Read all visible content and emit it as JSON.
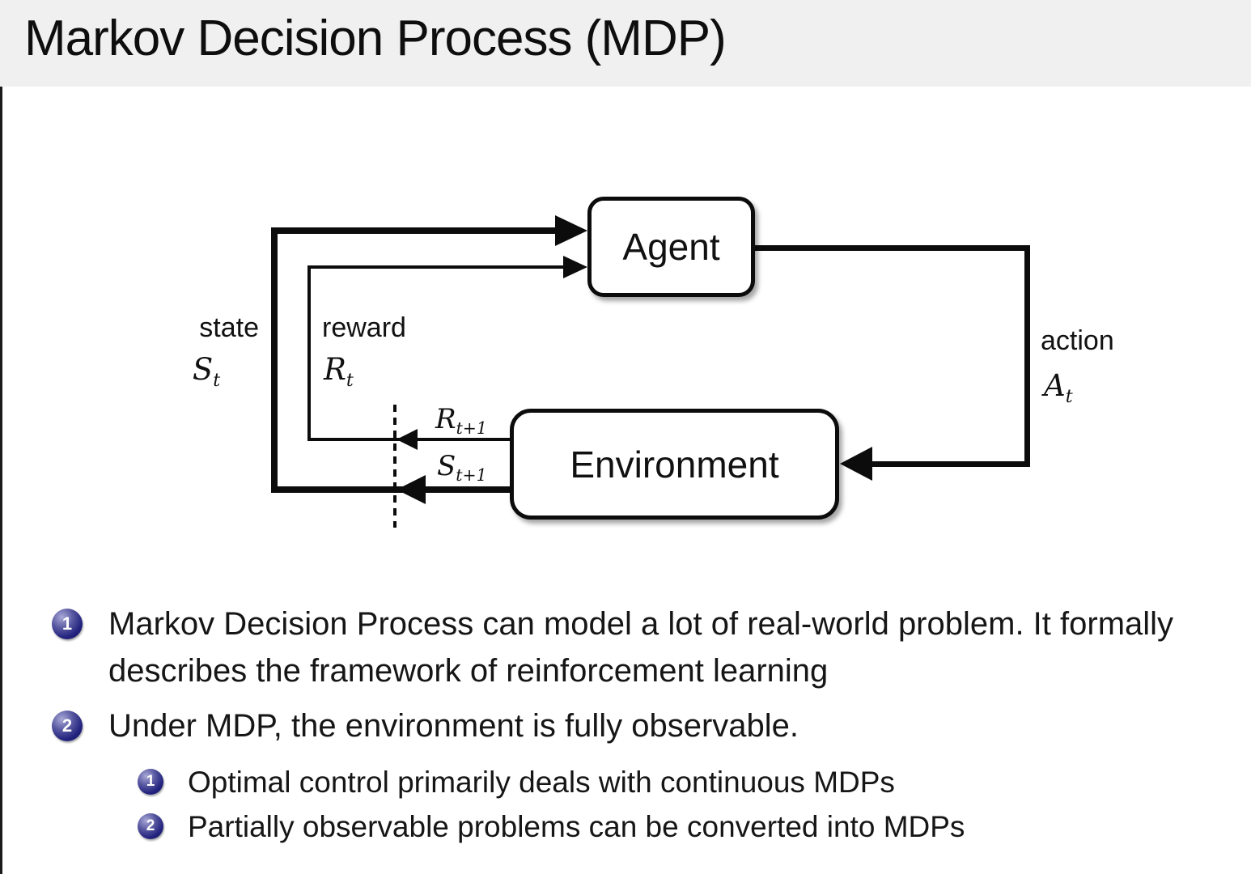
{
  "slide": {
    "title": "Markov Decision Process (MDP)"
  },
  "diagram": {
    "boxes": {
      "agent": "Agent",
      "environment": "Environment"
    },
    "labels": {
      "state": {
        "word": "state",
        "symbol": "S",
        "subscript": "t"
      },
      "reward": {
        "word": "reward",
        "symbol": "R",
        "subscript": "t"
      },
      "action": {
        "word": "action",
        "symbol": "A",
        "subscript": "t"
      },
      "next_reward": {
        "symbol": "R",
        "subscript": "t+1"
      },
      "next_state": {
        "symbol": "S",
        "subscript": "t+1"
      }
    }
  },
  "bullets": {
    "items": [
      {
        "marker": "1",
        "text": "Markov Decision Process can model a lot of real-world problem. It formally describes the framework of reinforcement learning"
      },
      {
        "marker": "2",
        "text": "Under MDP, the environment is fully observable."
      }
    ],
    "sub_items": [
      {
        "marker": "1",
        "text": "Optimal control primarily deals with continuous MDPs"
      },
      {
        "marker": "2",
        "text": "Partially observable problems can be converted into MDPs"
      }
    ]
  },
  "colors": {
    "title_bar": "#f0f0f1",
    "background": "#ffffff",
    "ink": "#0c0c0c",
    "ball": "#23237f"
  }
}
